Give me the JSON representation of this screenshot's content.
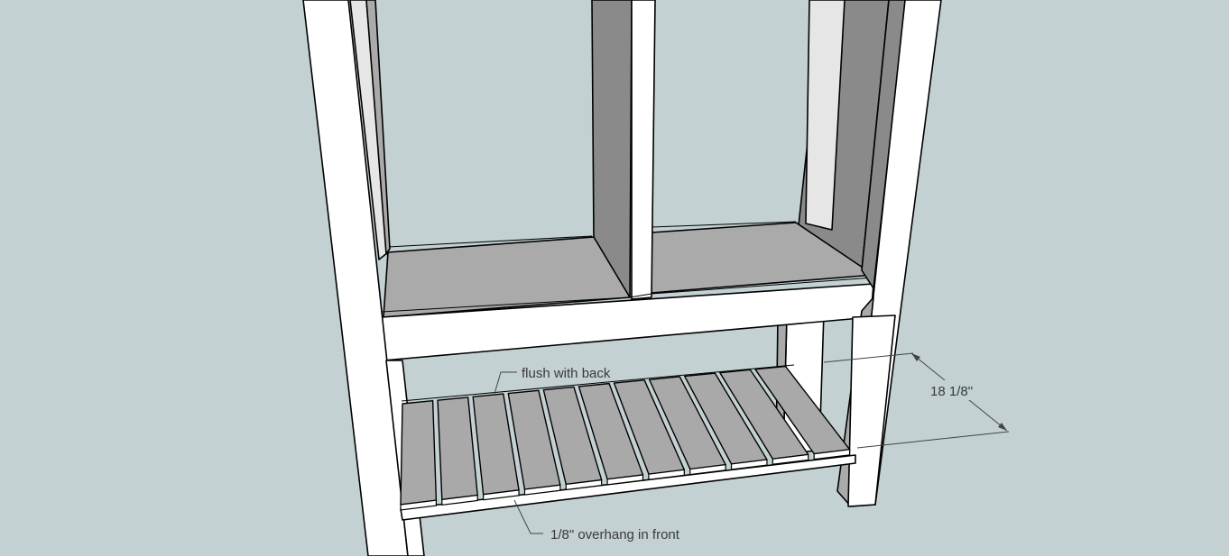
{
  "scene": {
    "background_color": "#c3d1d3",
    "light_face_color": "#ffffff",
    "shade_face_color": "#aaaaaa",
    "dark_face_color": "#8a8a8a",
    "slat_count": 11
  },
  "annotations": {
    "flush_label": "flush with back",
    "overhang_label": "1/8\" overhang in front",
    "depth_dimension": "18 1/8\""
  }
}
